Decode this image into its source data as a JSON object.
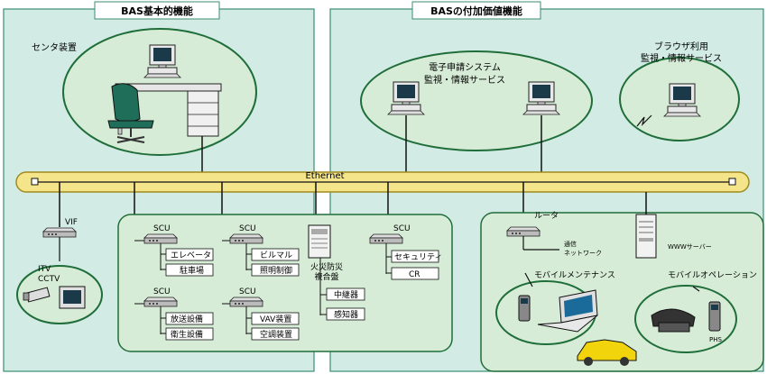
{
  "colors": {
    "panel": "#d2ebe4",
    "panel_border": "#3c8c72",
    "ellipse": "#d6ecd6",
    "ellipse_border": "#1f6e3a",
    "ethernet": "#f4e58a",
    "ethernet_border": "#a08a20",
    "box_fill": "#ffffff",
    "inner_panel": "#d6ecd6"
  },
  "panels": {
    "left_title": "BAS基本的機能",
    "right_title": "BASの付加価値機能"
  },
  "center": {
    "label": "センタ装置"
  },
  "ethernet": {
    "label": "Ethernet"
  },
  "vif": {
    "label": "VIF",
    "itv_label": "ITV",
    "cctv_label": "CCTV"
  },
  "scu_units": [
    {
      "label": "SCU",
      "items": [
        "エレベータ",
        "駐車場"
      ]
    },
    {
      "label": "SCU",
      "items": [
        "ビルマル",
        "照明制御"
      ]
    },
    {
      "label": "SCU",
      "items": [
        "放送設備",
        "衛生設備"
      ]
    },
    {
      "label": "SCU",
      "items": [
        "VAV装置",
        "空調装置"
      ]
    }
  ],
  "fire_panel": {
    "label_line1": "火災防災",
    "label_line2": "複合盤",
    "items": [
      "中継器",
      "感知器"
    ]
  },
  "security_scu": {
    "label": "SCU",
    "items": [
      "セキュリティ",
      "CR"
    ]
  },
  "e_application": {
    "line1": "電子申請システム",
    "line2": "監視・情報サービス"
  },
  "browser_service": {
    "line1": "ブラウザ利用",
    "line2": "監視・情報サービス"
  },
  "router": {
    "label": "ルータ",
    "net_line1": "通信",
    "net_line2": "ネットワーク"
  },
  "www_server": {
    "label": "WWWサーバー"
  },
  "mobile_maintenance": {
    "label": "モバイルメンテナンス"
  },
  "mobile_operation": {
    "label": "モバイルオペレーション",
    "phs_label": "PHS"
  }
}
